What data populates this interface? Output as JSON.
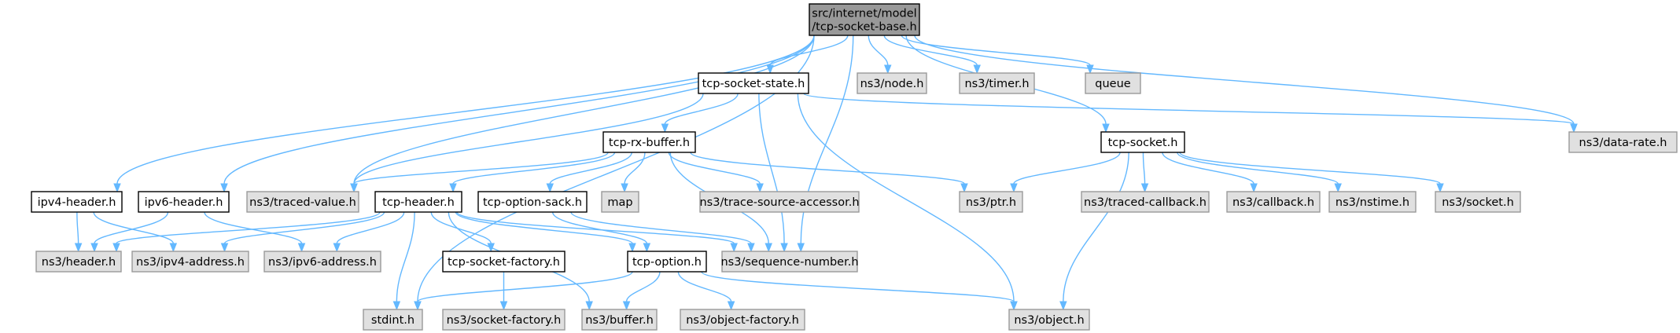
{
  "colors": {
    "root_fill": "#999999",
    "local_fill": "#ffffff",
    "system_fill": "#e0e0e0",
    "border": "#000000",
    "system_border": "#999999",
    "edge": "#63b8ff"
  },
  "nodes": {
    "root": {
      "lines": [
        "src/internet/model",
        "/tcp-socket-base.h"
      ],
      "kind": "root"
    },
    "tcp_socket_state": {
      "lines": [
        "tcp-socket-state.h"
      ],
      "kind": "local"
    },
    "node_h": {
      "lines": [
        "ns3/node.h"
      ],
      "kind": "system"
    },
    "timer_h": {
      "lines": [
        "ns3/timer.h"
      ],
      "kind": "system"
    },
    "queue": {
      "lines": [
        "queue"
      ],
      "kind": "system"
    },
    "data_rate": {
      "lines": [
        "ns3/data-rate.h"
      ],
      "kind": "system"
    },
    "tcp_rx_buffer": {
      "lines": [
        "tcp-rx-buffer.h"
      ],
      "kind": "local"
    },
    "tcp_socket": {
      "lines": [
        "tcp-socket.h"
      ],
      "kind": "local"
    },
    "ipv4_header": {
      "lines": [
        "ipv4-header.h"
      ],
      "kind": "local"
    },
    "ipv6_header": {
      "lines": [
        "ipv6-header.h"
      ],
      "kind": "local"
    },
    "traced_value": {
      "lines": [
        "ns3/traced-value.h"
      ],
      "kind": "system"
    },
    "tcp_header": {
      "lines": [
        "tcp-header.h"
      ],
      "kind": "local"
    },
    "tcp_option_sack": {
      "lines": [
        "tcp-option-sack.h"
      ],
      "kind": "local"
    },
    "map": {
      "lines": [
        "map"
      ],
      "kind": "system"
    },
    "trace_source_accessor": {
      "lines": [
        "ns3/trace-source-accessor.h"
      ],
      "kind": "system"
    },
    "ptr_h": {
      "lines": [
        "ns3/ptr.h"
      ],
      "kind": "system"
    },
    "traced_callback": {
      "lines": [
        "ns3/traced-callback.h"
      ],
      "kind": "system"
    },
    "callback_h": {
      "lines": [
        "ns3/callback.h"
      ],
      "kind": "system"
    },
    "nstime_h": {
      "lines": [
        "ns3/nstime.h"
      ],
      "kind": "system"
    },
    "socket_h": {
      "lines": [
        "ns3/socket.h"
      ],
      "kind": "system"
    },
    "header_h": {
      "lines": [
        "ns3/header.h"
      ],
      "kind": "system"
    },
    "ipv4_address": {
      "lines": [
        "ns3/ipv4-address.h"
      ],
      "kind": "system"
    },
    "ipv6_address": {
      "lines": [
        "ns3/ipv6-address.h"
      ],
      "kind": "system"
    },
    "tcp_socket_factory": {
      "lines": [
        "tcp-socket-factory.h"
      ],
      "kind": "local"
    },
    "tcp_option": {
      "lines": [
        "tcp-option.h"
      ],
      "kind": "local"
    },
    "sequence_number": {
      "lines": [
        "ns3/sequence-number.h"
      ],
      "kind": "system"
    },
    "stdint_h": {
      "lines": [
        "stdint.h"
      ],
      "kind": "system"
    },
    "socket_factory": {
      "lines": [
        "ns3/socket-factory.h"
      ],
      "kind": "system"
    },
    "buffer_h": {
      "lines": [
        "ns3/buffer.h"
      ],
      "kind": "system"
    },
    "object_factory": {
      "lines": [
        "ns3/object-factory.h"
      ],
      "kind": "system"
    },
    "object_h": {
      "lines": [
        "ns3/object.h"
      ],
      "kind": "system"
    }
  },
  "edges": [
    [
      "root",
      "tcp_socket_state"
    ],
    [
      "root",
      "node_h"
    ],
    [
      "root",
      "timer_h"
    ],
    [
      "root",
      "queue"
    ],
    [
      "root",
      "data_rate"
    ],
    [
      "root",
      "tcp_socket"
    ],
    [
      "root",
      "ipv4_header"
    ],
    [
      "root",
      "ipv6_header"
    ],
    [
      "root",
      "traced_value"
    ],
    [
      "root",
      "sequence_number"
    ],
    [
      "root",
      "stdint_h"
    ],
    [
      "tcp_socket_state",
      "tcp_rx_buffer"
    ],
    [
      "tcp_socket_state",
      "traced_value"
    ],
    [
      "tcp_socket_state",
      "data_rate"
    ],
    [
      "tcp_socket_state",
      "object_h"
    ],
    [
      "tcp_socket_state",
      "sequence_number"
    ],
    [
      "tcp_rx_buffer",
      "traced_value"
    ],
    [
      "tcp_rx_buffer",
      "tcp_header"
    ],
    [
      "tcp_rx_buffer",
      "tcp_option_sack"
    ],
    [
      "tcp_rx_buffer",
      "map"
    ],
    [
      "tcp_rx_buffer",
      "trace_source_accessor"
    ],
    [
      "tcp_rx_buffer",
      "ptr_h"
    ],
    [
      "tcp_rx_buffer",
      "sequence_number"
    ],
    [
      "tcp_socket",
      "ptr_h"
    ],
    [
      "tcp_socket",
      "traced_callback"
    ],
    [
      "tcp_socket",
      "callback_h"
    ],
    [
      "tcp_socket",
      "nstime_h"
    ],
    [
      "tcp_socket",
      "socket_h"
    ],
    [
      "tcp_socket",
      "object_h"
    ],
    [
      "ipv4_header",
      "header_h"
    ],
    [
      "ipv4_header",
      "ipv4_address"
    ],
    [
      "ipv6_header",
      "header_h"
    ],
    [
      "ipv6_header",
      "ipv6_address"
    ],
    [
      "tcp_header",
      "header_h"
    ],
    [
      "tcp_header",
      "ipv4_address"
    ],
    [
      "tcp_header",
      "ipv6_address"
    ],
    [
      "tcp_header",
      "tcp_socket_factory"
    ],
    [
      "tcp_header",
      "tcp_option"
    ],
    [
      "tcp_header",
      "sequence_number"
    ],
    [
      "tcp_header",
      "stdint_h"
    ],
    [
      "tcp_header",
      "buffer_h"
    ],
    [
      "tcp_option_sack",
      "tcp_option"
    ],
    [
      "tcp_option_sack",
      "sequence_number"
    ],
    [
      "tcp_socket_factory",
      "socket_factory"
    ],
    [
      "tcp_option",
      "stdint_h"
    ],
    [
      "tcp_option",
      "buffer_h"
    ],
    [
      "tcp_option",
      "object_factory"
    ],
    [
      "tcp_option",
      "object_h"
    ]
  ]
}
